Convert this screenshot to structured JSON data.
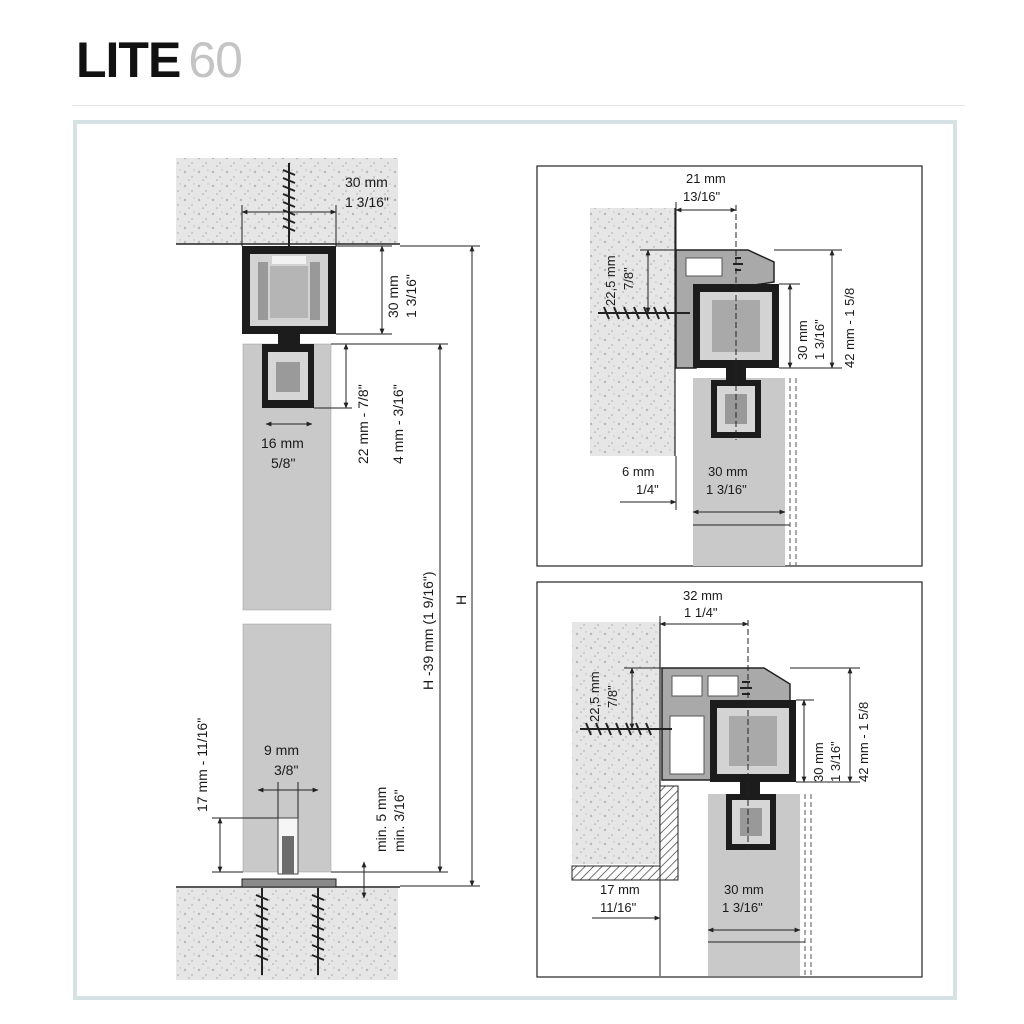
{
  "header": {
    "brand": "LITE",
    "model": "60"
  },
  "colors": {
    "frame": "#d5e1e2",
    "door": "#c9c9c9",
    "track": "#2a2a2a",
    "concrete": "#e3e3e3"
  },
  "main": {
    "top_width_mm": "30 mm",
    "top_width_in": "1 3/16\"",
    "track_height_mm": "30 mm",
    "track_height_in": "1 3/16\"",
    "gap_mm_in": "22 mm - 7/8\"",
    "gap2_mm_in": "4 mm - 3/16\"",
    "hanger_mm": "16 mm",
    "hanger_in": "5/8\"",
    "door_height": "H -39 mm  (1 9/16\")",
    "total_height": "H",
    "guide_mm": "9 mm",
    "guide_in": "3/8\"",
    "groove_depth": "17 mm - 11/16\"",
    "floor_gap_mm": "min. 5 mm",
    "floor_gap_in": "min. 3/16\""
  },
  "wall_mount": {
    "width_mm": "21 mm",
    "width_in": "13/16\"",
    "bracket_mm": "22,5 mm",
    "bracket_in": "7/8\"",
    "track_mm": "30 mm",
    "track_in": "1 3/16\"",
    "total": "42 mm - 1 5/8",
    "offset_mm": "6 mm",
    "offset_in": "1/4\"",
    "door_mm": "30 mm",
    "door_in": "1 3/16\""
  },
  "ceiling_mount": {
    "width_mm": "32 mm",
    "width_in": "1 1/4\"",
    "bracket_mm": "22,5 mm",
    "bracket_in": "7/8\"",
    "track_mm": "30 mm",
    "track_in": "1 3/16\"",
    "total": "42 mm - 1 5/8",
    "offset_mm": "17 mm",
    "offset_in": "11/16\"",
    "door_mm": "30 mm",
    "door_in": "1 3/16\""
  }
}
